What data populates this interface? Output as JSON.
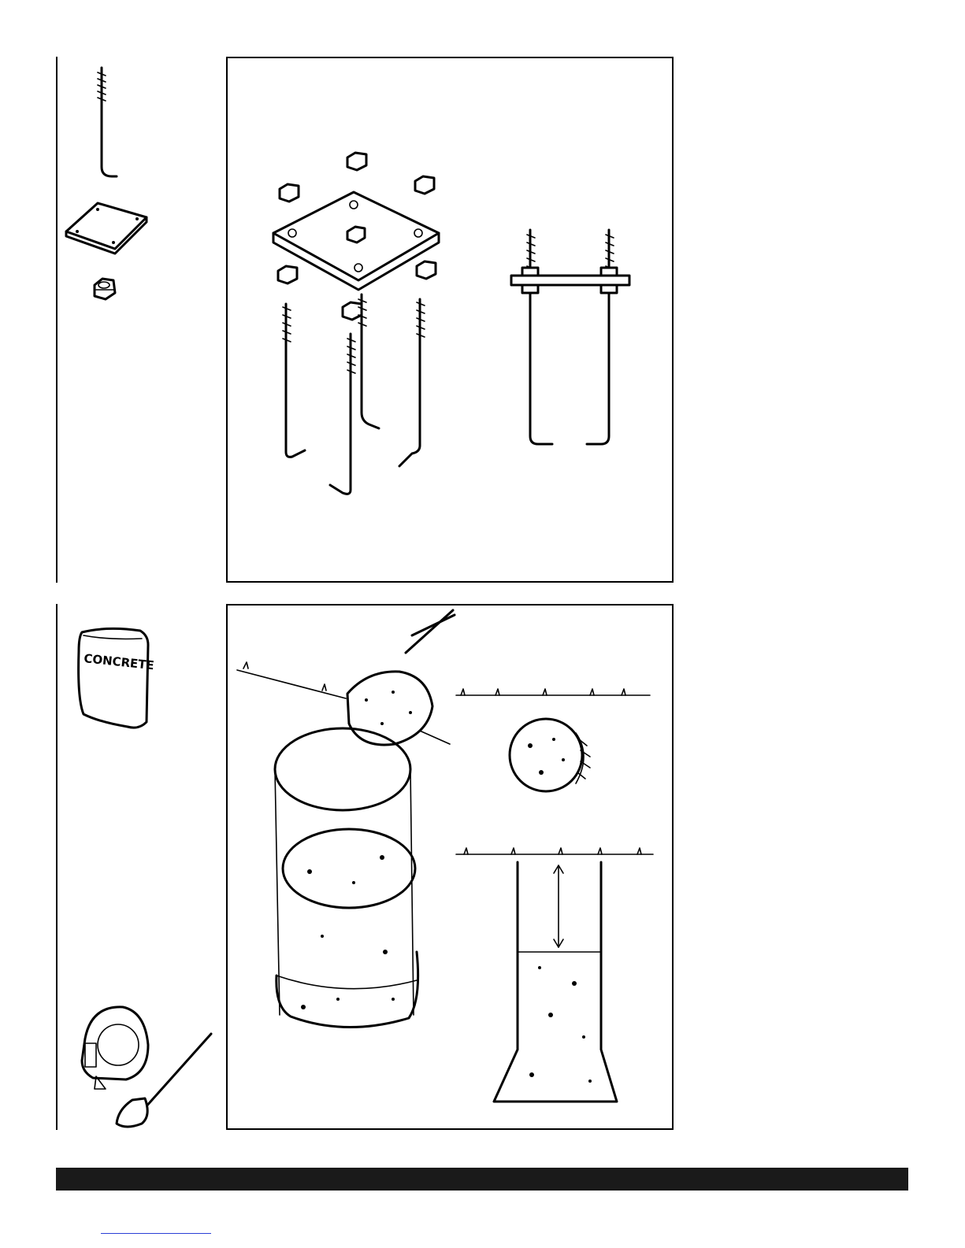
{
  "page": {
    "background": "#ffffff",
    "ink": "#000000",
    "footer_color": "#1a1a1a",
    "link_color": "#2b3fd6"
  },
  "step1": {
    "parts": {
      "icons": [
        "anchor-bolt-icon",
        "base-plate-icon",
        "hex-nut-icon"
      ]
    },
    "illustration": {
      "icons": [
        "exploded-anchor-assembly",
        "assembled-anchor-template"
      ]
    }
  },
  "step2": {
    "parts": {
      "bag_label": "CONCRETE",
      "icons": [
        "concrete-bag-icon",
        "tape-measure-icon",
        "shovel-icon"
      ]
    },
    "illustration": {
      "icons": [
        "shovel-pouring-concrete",
        "hole-top-view",
        "hole-cross-section",
        "depth-arrow-icon"
      ]
    }
  }
}
